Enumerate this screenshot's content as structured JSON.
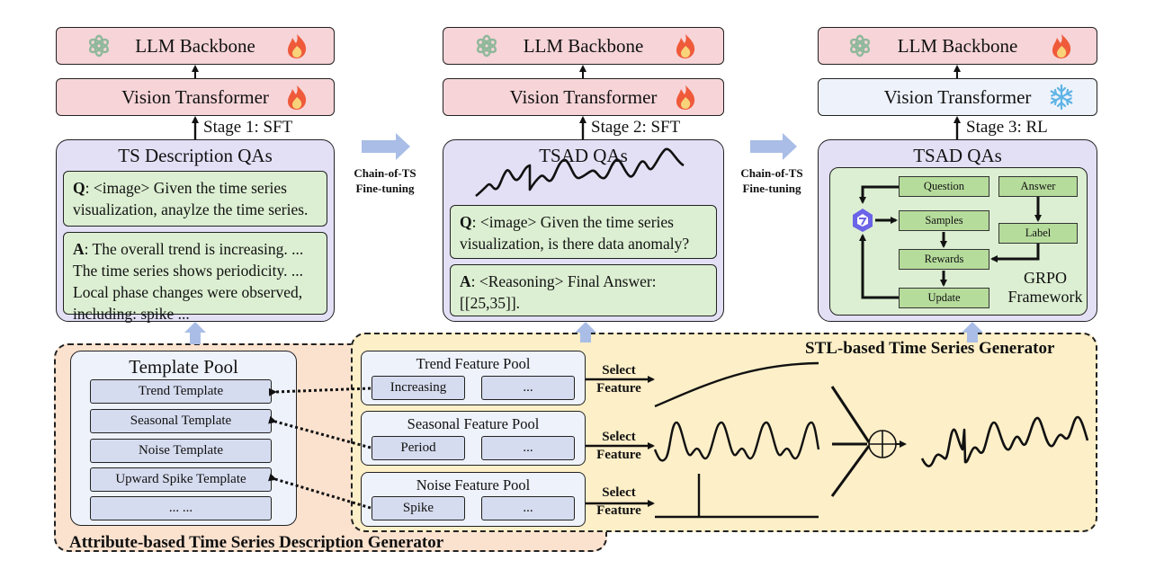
{
  "stages": [
    {
      "llm_label": "LLM Backbone",
      "llm_state": "trainable",
      "vit_label": "Vision Transformer",
      "vit_state": "trainable",
      "stage_label": "Stage 1: SFT",
      "qa_title": "TS Description QAs",
      "q_prefix": "Q",
      "q_text": ": <image> Given the time series visualization, anaylze the time series.",
      "a_prefix": "A",
      "a_text": ": The overall trend is increasing. ... The time series shows periodicity. ... Local phase changes were observed, including: spike ..."
    },
    {
      "llm_label": "LLM Backbone",
      "llm_state": "trainable",
      "vit_label": "Vision Transformer",
      "vit_state": "trainable",
      "stage_label": "Stage 2: SFT",
      "qa_title": "TSAD QAs",
      "q_prefix": "Q",
      "q_text": ": <image> Given the time series visualization, is there data anomaly?",
      "a_prefix": "A",
      "a_text": ": <Reasoning> Final Answer: [[25,35]]."
    },
    {
      "llm_label": "LLM Backbone",
      "llm_state": "trainable",
      "vit_label": "Vision Transformer",
      "vit_state": "frozen",
      "stage_label": "Stage 3: RL",
      "qa_title": "TSAD QAs",
      "grpo": {
        "question": "Question",
        "answer": "Answer",
        "samples": "Samples",
        "label": "Label",
        "rewards": "Rewards",
        "update": "Update",
        "framework_label_1": "GRPO",
        "framework_label_2": "Framework"
      }
    }
  ],
  "transitions": [
    {
      "line1": "Chain-of-TS",
      "line2": "Fine-tuning"
    },
    {
      "line1": "Chain-of-TS",
      "line2": "Fine-tuning"
    }
  ],
  "icons": {
    "llm": "openai-logo-icon",
    "trainable": "fire-icon",
    "frozen": "snowflake-icon",
    "policy_model": "qwen-logo-icon",
    "combine": "circle-plus-icon"
  },
  "template_pool": {
    "title": "Template Pool",
    "items": [
      "Trend Template",
      "Seasonal Template",
      "Noise Template",
      "Upward Spike Template",
      "... ..."
    ]
  },
  "attribute_generator_label": "Attribute-based Time Series Description Generator",
  "stl_generator_label": "STL-based Time Series Generator",
  "feature_pools": [
    {
      "title": "Trend Feature Pool",
      "items": [
        "Increasing",
        "..."
      ],
      "select_1": "Select",
      "select_2": "Feature"
    },
    {
      "title": "Seasonal Feature Pool",
      "items": [
        "Period",
        "..."
      ],
      "select_1": "Select",
      "select_2": "Feature"
    },
    {
      "title": "Noise Feature Pool",
      "items": [
        "Spike",
        "..."
      ],
      "select_1": "Select",
      "select_2": "Feature"
    }
  ],
  "colors": {
    "pink": "#f6d4d8",
    "ice": "#eef2fb",
    "lavender": "#e3e0f6",
    "green": "#dcefd2",
    "grpo_green": "#b6dc9c",
    "peach": "#fbe2cf",
    "cream": "#fdefc8",
    "arrow_blue": "#a9bde6"
  }
}
